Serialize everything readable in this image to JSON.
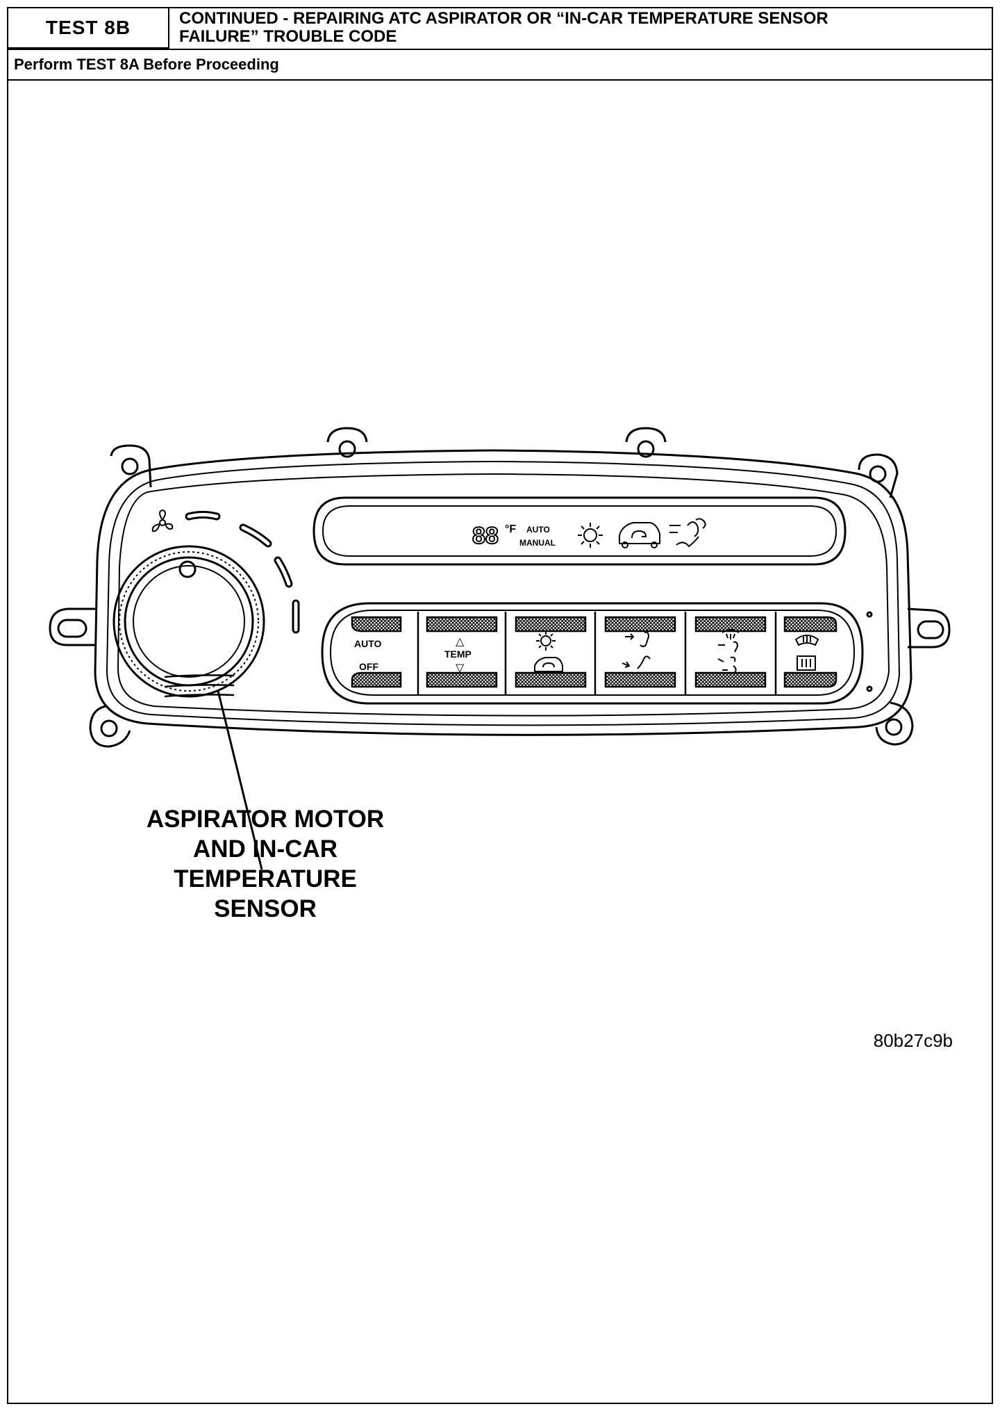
{
  "header": {
    "test_id": "TEST 8B",
    "title_line1": "CONTINUED - REPAIRING ATC ASPIRATOR OR “IN-CAR TEMPERATURE SENSOR",
    "title_line2": "FAILURE” TROUBLE CODE",
    "prerequisite": "Perform TEST 8A Before Proceeding"
  },
  "panel": {
    "display_digits": "88",
    "display_unit": "°F",
    "display_mode_auto": "AUTO",
    "display_mode_manual": "MANUAL",
    "button_auto": "AUTO",
    "button_off": "OFF",
    "button_temp": "TEMP",
    "temp_up_symbol": "△",
    "temp_down_symbol": "▽"
  },
  "callout": {
    "line1": "ASPIRATOR MOTOR",
    "line2": "AND IN-CAR",
    "line3": "TEMPERATURE",
    "line4": "SENSOR"
  },
  "figure_id": "80b27c9b"
}
